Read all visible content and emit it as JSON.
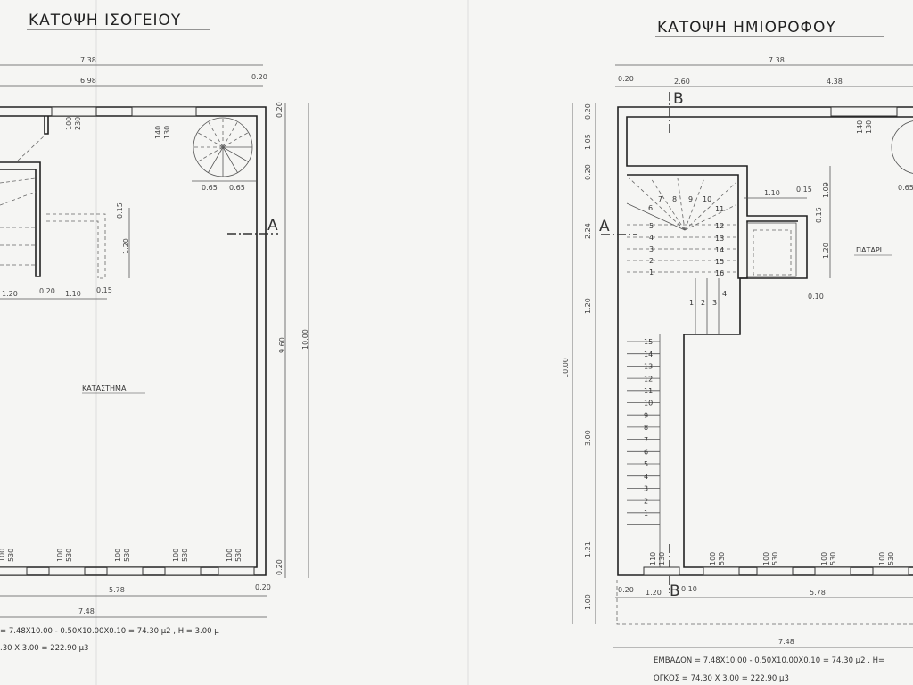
{
  "ground_floor": {
    "title": "ΚΑΤΟΨΗ ΙΣΟΓΕΙΟΥ",
    "room_label": "ΚΑΤΑΣΤΗΜΑ",
    "section_mark": "A",
    "dims": {
      "top_total": "7.38",
      "top_inner": "6.98",
      "top_wall": "0.20",
      "right_wall_top": "0.20",
      "right_inner": "9.60",
      "right_total": "10.00",
      "right_wall_bottom": "0.20",
      "spiral_left": "0.65",
      "spiral_right": "0.65",
      "v_015": "0.15",
      "v_120": "1.20",
      "h_120": "1.20",
      "h_020": "0.20",
      "h_110": "1.10",
      "h_015": "0.15",
      "bottom_inner": "5.78",
      "bottom_wall": "0.20",
      "bottom_total": "7.48"
    },
    "windows_top": [
      {
        "w": "100",
        "h": "230"
      },
      {
        "w": "140",
        "h": "130"
      }
    ],
    "windows_bottom": [
      {
        "w": "100",
        "h": "530"
      },
      {
        "w": "100",
        "h": "530"
      },
      {
        "w": "100",
        "h": "530"
      },
      {
        "w": "100",
        "h": "530"
      },
      {
        "w": "100",
        "h": "530"
      }
    ],
    "formula_area": "= 7.48X10.00 - 0.50X10.00X0.10 = 74.30  μ2 ,   H = 3.00 μ",
    "formula_volume": ".30 X 3.00 = 222.90 μ3"
  },
  "mezzanine": {
    "title": "ΚΑΤΟΨΗ ΗΜΙΟΡΟΦΟΥ",
    "room_label": "ΠΑΤΑΡΙ",
    "section_a": "A",
    "section_b": "B",
    "dims": {
      "top_total": "7.38",
      "top_left_wall": "0.20",
      "top_260": "2.60",
      "top_438": "4.38",
      "left_020a": "0.20",
      "left_105": "1.05",
      "left_020b": "0.20",
      "left_224": "2.24",
      "left_120": "1.20",
      "left_300": "3.00",
      "left_121": "1.21",
      "left_100": "1.00",
      "left_total": "10.00",
      "h_110": "1.10",
      "h_015": "0.15",
      "v_109": "1.09",
      "v_015": "0.15",
      "v_120": "1.20",
      "d_010": "0.10",
      "spiral_left": "0.65",
      "bottom_020": "0.20",
      "bottom_120": "1.20",
      "bottom_010": "0.10",
      "bottom_578": "5.78",
      "bottom_total": "7.48"
    },
    "window_top": {
      "w": "140",
      "h": "130"
    },
    "windows_bottom": [
      {
        "w": "110",
        "h": "130"
      },
      {
        "w": "100",
        "h": "530"
      },
      {
        "w": "100",
        "h": "530"
      },
      {
        "w": "100",
        "h": "530"
      },
      {
        "w": "100",
        "h": "530"
      }
    ],
    "stairs_upper": [
      "1",
      "2",
      "3",
      "4",
      "5",
      "6",
      "7",
      "8",
      "9",
      "10",
      "11",
      "12",
      "13",
      "14",
      "15",
      "16"
    ],
    "stairs_middle": [
      "1",
      "2",
      "3",
      "4"
    ],
    "stairs_lower": [
      "1",
      "2",
      "3",
      "4",
      "5",
      "6",
      "7",
      "8",
      "9",
      "10",
      "11",
      "12",
      "13",
      "14",
      "15"
    ],
    "formula_area": "ΕΜΒΑΔΟΝ = 7.48X10.00 - 0.50X10.00X0.10 = 74.30  μ2 .   H=",
    "formula_volume": "ΟΓΚΟΣ = 74.30 X 3.00 = 222.90 μ3"
  }
}
